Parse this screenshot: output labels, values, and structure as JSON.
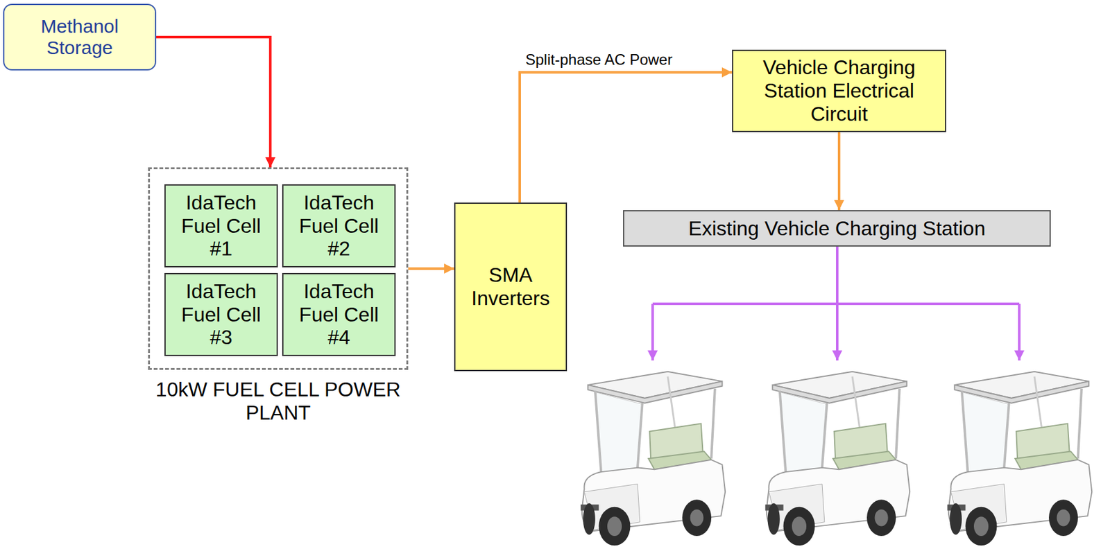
{
  "diagram": {
    "nodes": [
      {
        "text": [
          "Methanol Storage"
        ]
      },
      {
        "text": [
          "10kW FUEL CELL POWER PLANT"
        ]
      },
      {
        "text": [
          "IdaTech Fuel Cell #1"
        ],
        "in": 1
      },
      {
        "text": [
          "IdaTech Fuel Cell #2"
        ],
        "in": 1
      },
      {
        "text": [
          "IdaTech Fuel Cell #3"
        ],
        "in": 1
      },
      {
        "text": [
          "IdaTech Fuel Cell #4"
        ],
        "in": 1
      },
      {
        "text": [
          "SMA Inverters"
        ]
      },
      {
        "text": [
          "Vehicle Charging Station Electrical Circuit"
        ]
      },
      {
        "text": [
          "Existing Vehicle Charging Station"
        ]
      }
    ],
    "edges": [
      {
        "from": 0,
        "to": 1,
        "arrow": "to"
      },
      {
        "from": 1,
        "to": 6,
        "arrow": "to"
      },
      {
        "from": 6,
        "to": 7,
        "label": "Split-phase AC Power",
        "arrow": "to"
      },
      {
        "from": 7,
        "to": 8,
        "arrow": "to"
      }
    ]
  }
}
